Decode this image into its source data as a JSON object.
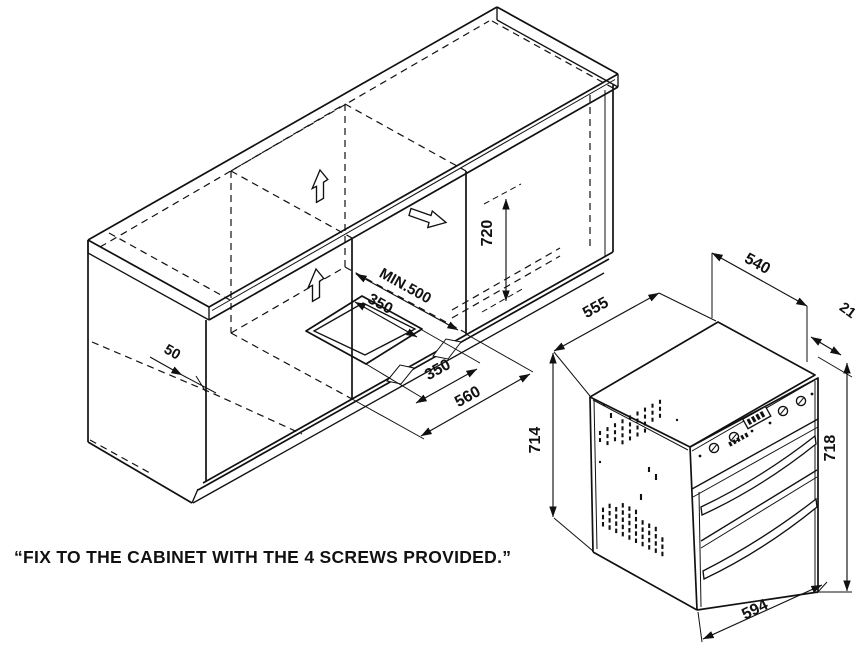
{
  "figure": {
    "type": "oven-installation-technical-diagram",
    "caption": "“FIX TO THE CABINET WITH THE 4 SCREWS PROVIDED.”",
    "line_color": "#111111",
    "background": "#ffffff"
  },
  "cabinet": {
    "dims": {
      "front_setback": "50",
      "niche_height": "720",
      "min_depth": "MIN.500",
      "cutout_depth": "350",
      "cutout_width": "350",
      "niche_width": "560"
    }
  },
  "oven": {
    "dims": {
      "depth": "555",
      "top_width": "540",
      "fascia_overhang": "21",
      "carcase_height": "714",
      "front_height": "718",
      "front_width": "594"
    }
  }
}
